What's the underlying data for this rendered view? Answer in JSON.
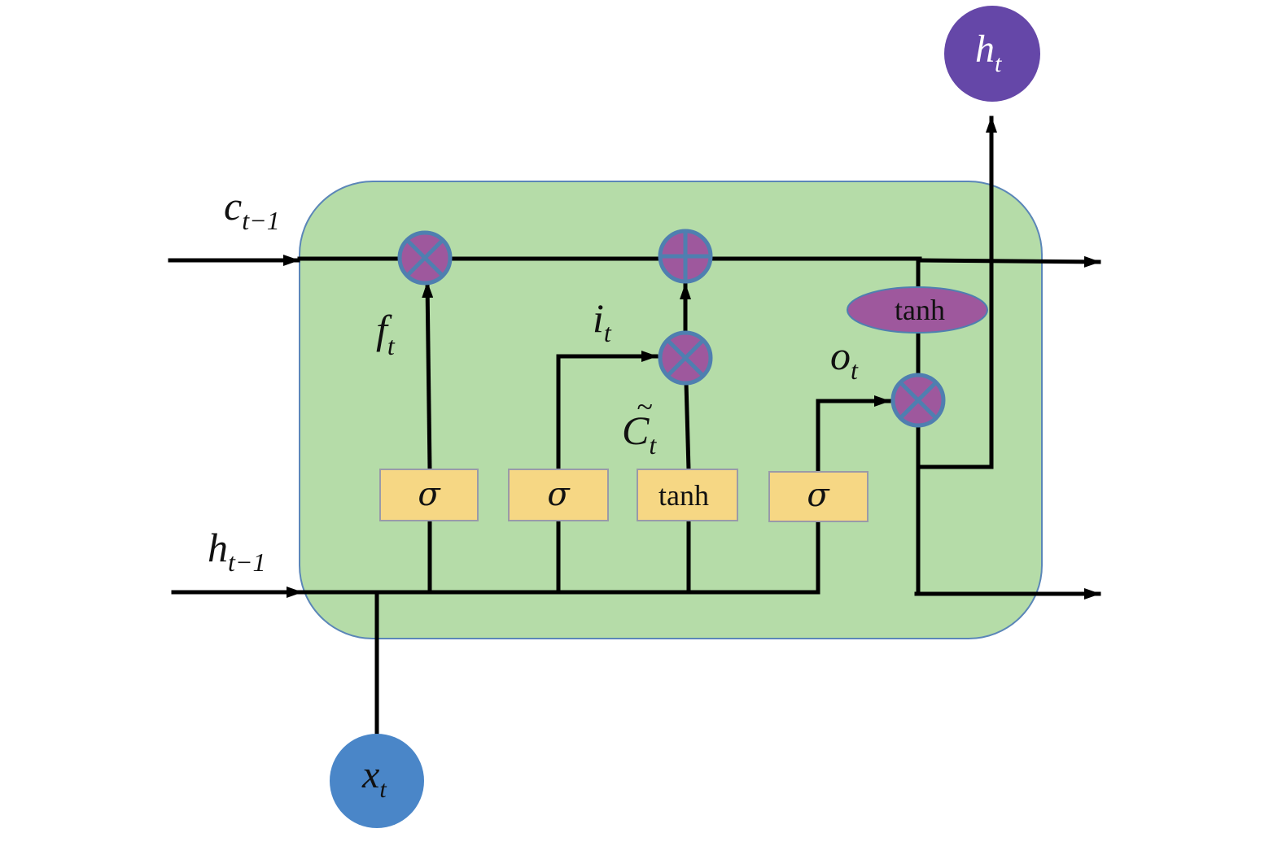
{
  "colors": {
    "cell_fill": "#b5dca8",
    "cell_border": "#5b86b8",
    "op_fill": "#9e589d",
    "op_border": "#4f7fb0",
    "gate_fill": "#f6d784",
    "tanh_ellipse_fill": "#9e589d",
    "output_node_fill": "#6547a8",
    "input_node_fill": "#4a86c8"
  },
  "labels": {
    "c_prev": {
      "main": "c",
      "sub": "t−1"
    },
    "h_prev": {
      "main": "h",
      "sub": "t−1"
    },
    "f_t": {
      "main": "f",
      "sub": "t"
    },
    "i_t": {
      "main": "i",
      "sub": "t"
    },
    "c_tilde": {
      "main": "C",
      "tilde": "~",
      "sub": "t"
    },
    "o_t": {
      "main": "o",
      "sub": "t"
    }
  },
  "gates": {
    "forget": "σ",
    "input": "σ",
    "candidate": "tanh",
    "output": "σ"
  },
  "cell_state_tanh": "tanh",
  "nodes": {
    "h_t": {
      "main": "h",
      "sub": "t"
    },
    "x_t": {
      "main": "x",
      "sub": "t"
    }
  }
}
